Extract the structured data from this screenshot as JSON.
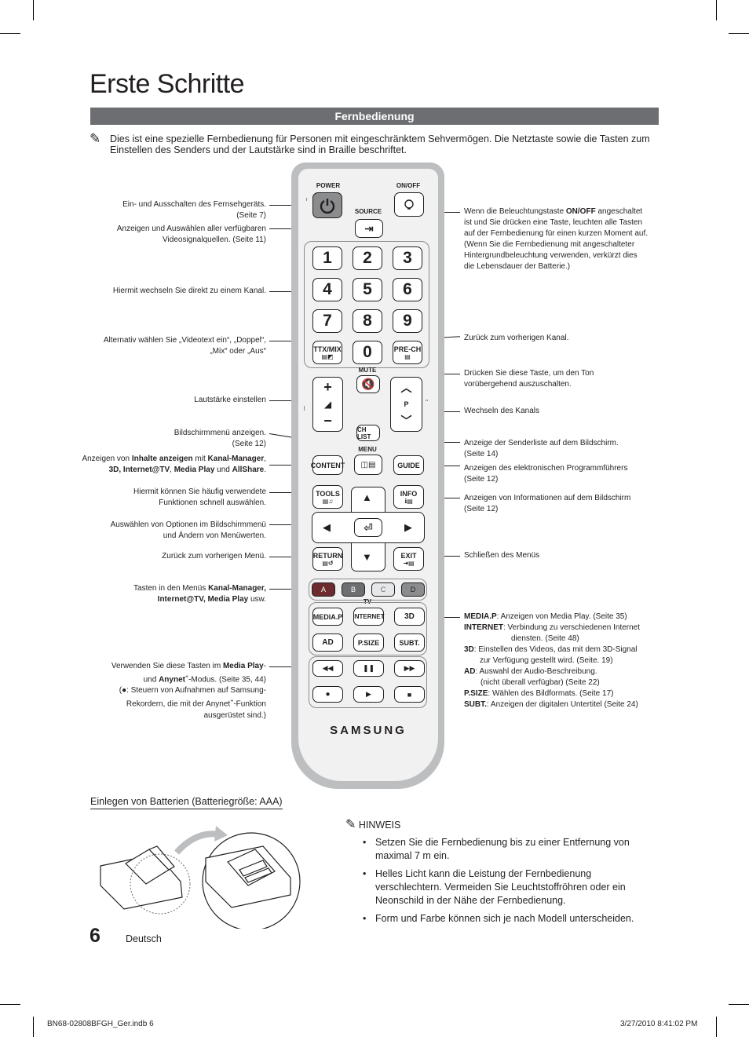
{
  "page": {
    "title": "Erste Schritte",
    "section_bar": "Fernbedienung",
    "intro": "Dies ist eine spezielle Fernbedienung für Personen mit eingeschränktem Sehvermögen. Die Netztaste sowie die Tasten zum Einstellen des Senders und der Lautstärke sind in Braille beschriftet."
  },
  "left_labels": {
    "power_1": "Ein- und Ausschalten des Fernsehgeräts.",
    "power_2": "(Seite 7)",
    "source_1": "Anzeigen und Auswählen aller verfügbaren",
    "source_2": "Videosignalquellen. (Seite 11)",
    "numbers": "Hiermit wechseln Sie direkt zu einem Kanal.",
    "ttx_1": "Alternativ wählen Sie „Videotext ein“, „Doppel“,",
    "ttx_2": "„Mix“ oder „Aus“",
    "volume": "Lautstärke einstellen",
    "menu_1": "Bildschirmmenü anzeigen.",
    "menu_2": "(Seite 12)",
    "content_a": "Anzeigen von ",
    "content_b": "Inhalte anzeigen",
    "content_c": " mit ",
    "content_d": "Kanal-Manager",
    "content_e": ",",
    "content_f": "3D, Internet@TV",
    "content_g": ", ",
    "content_h": "Media Play",
    "content_i": " und ",
    "content_j": "AllShare",
    "content_k": ".",
    "tools_1": "Hiermit können Sie häufig verwendete",
    "tools_2": "Funktionen schnell auswählen.",
    "nav_1": "Auswählen von Optionen im Bildschirmmenü",
    "nav_2": "und Ändern von Menüwerten.",
    "return": "Zurück zum vorherigen Menü.",
    "color_a": "Tasten in den Menüs ",
    "color_b": "Kanal-Manager,",
    "color_c": "Internet@TV, Media Play",
    "color_d": " usw.",
    "media_a": "Verwenden Sie diese Tasten im ",
    "media_b": "Media Play",
    "media_c": "-",
    "media_d": "und ",
    "media_e": "Anynet",
    "media_f": "+",
    "media_g": "-Modus. (Seite 35, 44)",
    "media_h": "(",
    "media_i": "●",
    "media_j": ": Steuern von Aufnahmen auf Samsung-",
    "media_k": "Rekordern, die mit der Anynet",
    "media_l": "+",
    "media_m": "-Funktion",
    "media_n": "ausgerüstet sind.)"
  },
  "right_labels": {
    "onoff_a": "Wenn die Beleuchtungstaste ",
    "onoff_b": "ON/OFF",
    "onoff_c": " angeschaltet",
    "onoff_2": "ist und Sie drücken eine Taste, leuchten alle Tasten",
    "onoff_3": "auf der Fernbedienung für einen kurzen Moment auf.",
    "onoff_4": "(Wenn Sie die Fernbedienung mit angeschalteter",
    "onoff_5": "Hintergrundbeleuchtung verwenden, verkürzt dies",
    "onoff_6": "die Lebensdauer der Batterie.)",
    "prech": "Zurück zum vorherigen Kanal.",
    "mute_1": "Drücken Sie diese Taste, um den Ton",
    "mute_2": "vorübergehend auszuschalten.",
    "channel": "Wechseln des Kanals",
    "chlist_1": "Anzeige der Senderliste auf dem Bildschirm.",
    "chlist_2": "(Seite 14)",
    "guide_1": "Anzeigen des elektronischen Programmführers",
    "guide_2": "(Seite 12)",
    "info_1": "Anzeigen von Informationen auf dem Bildschirm",
    "info_2": "(Seite 12)",
    "exit": "Schließen des Menüs",
    "mp_k": "MEDIA.P",
    "mp_v": ": Anzeigen von Media Play. (Seite 35)",
    "in_k": "INTERNET",
    "in_v": ": Verbindung zu verschiedenen Internet",
    "in_v2": "diensten. (Seite 48)",
    "d3_k": "3D",
    "d3_v": ": Einstellen des Videos, das mit dem 3D-Signal",
    "d3_v2": "zur Verfügung gestellt wird. (Seite. 19)",
    "ad_k": "AD",
    "ad_v": ": Auswahl der Audio-Beschreibung.",
    "ad_v2": "(nicht überall verfügbar) (Seite 22)",
    "ps_k": "P.SIZE",
    "ps_v": ": Wählen des Bildformats. (Seite 17)",
    "sb_k": "SUBT.",
    "sb_v": ": Anzeigen der digitalen Untertitel (Seite 24)"
  },
  "remote": {
    "power": "POWER",
    "onoff": "ON/OFF",
    "source": "SOURCE",
    "digits": [
      "1",
      "2",
      "3",
      "4",
      "5",
      "6",
      "7",
      "8",
      "9",
      "0"
    ],
    "ttx": "TTX/MIX",
    "prech": "PRE-CH",
    "mute": "MUTE",
    "p": "P",
    "chlist": "CH LIST",
    "menu": "MENU",
    "content": "CONTENT",
    "guide": "GUIDE",
    "tools": "TOOLS",
    "info": "INFO",
    "return": "RETURN",
    "exit": "EXIT",
    "colors": [
      "A",
      "B",
      "C",
      "D"
    ],
    "color_hex": [
      "#6d2b2f",
      "#6d6e71",
      "#e6e7e8",
      "#8a8c8e"
    ],
    "tv_label": "TV",
    "media_p": "MEDIA.P",
    "internet": "INTERNET",
    "d3": "3D",
    "ad": "AD",
    "psize": "P.SIZE",
    "subt": "SUBT.",
    "brand": "SAMSUNG"
  },
  "battery": {
    "heading": "Einlegen von Batterien (Batteriegröße: AAA)"
  },
  "hinweis": {
    "title": "HINWEIS",
    "items": [
      "Setzen Sie die Fernbedienung bis zu einer Entfernung von maximal 7 m ein.",
      "Helles Licht kann die Leistung der Fernbedienung verschlechtern. Vermeiden Sie Leuchtstoffröhren oder ein Neonschild in der Nähe der Fernbedienung.",
      "Form und Farbe können sich je nach Modell unterscheiden."
    ]
  },
  "footer": {
    "page_number": "6",
    "language": "Deutsch",
    "file": "BN68-02808BFGH_Ger.indb   6",
    "date": "3/27/2010   8:41:02 PM"
  },
  "colors": {
    "bar": "#6d6e71",
    "remote_outer": "#bcbec0",
    "remote_inner": "#f1f1f2"
  }
}
